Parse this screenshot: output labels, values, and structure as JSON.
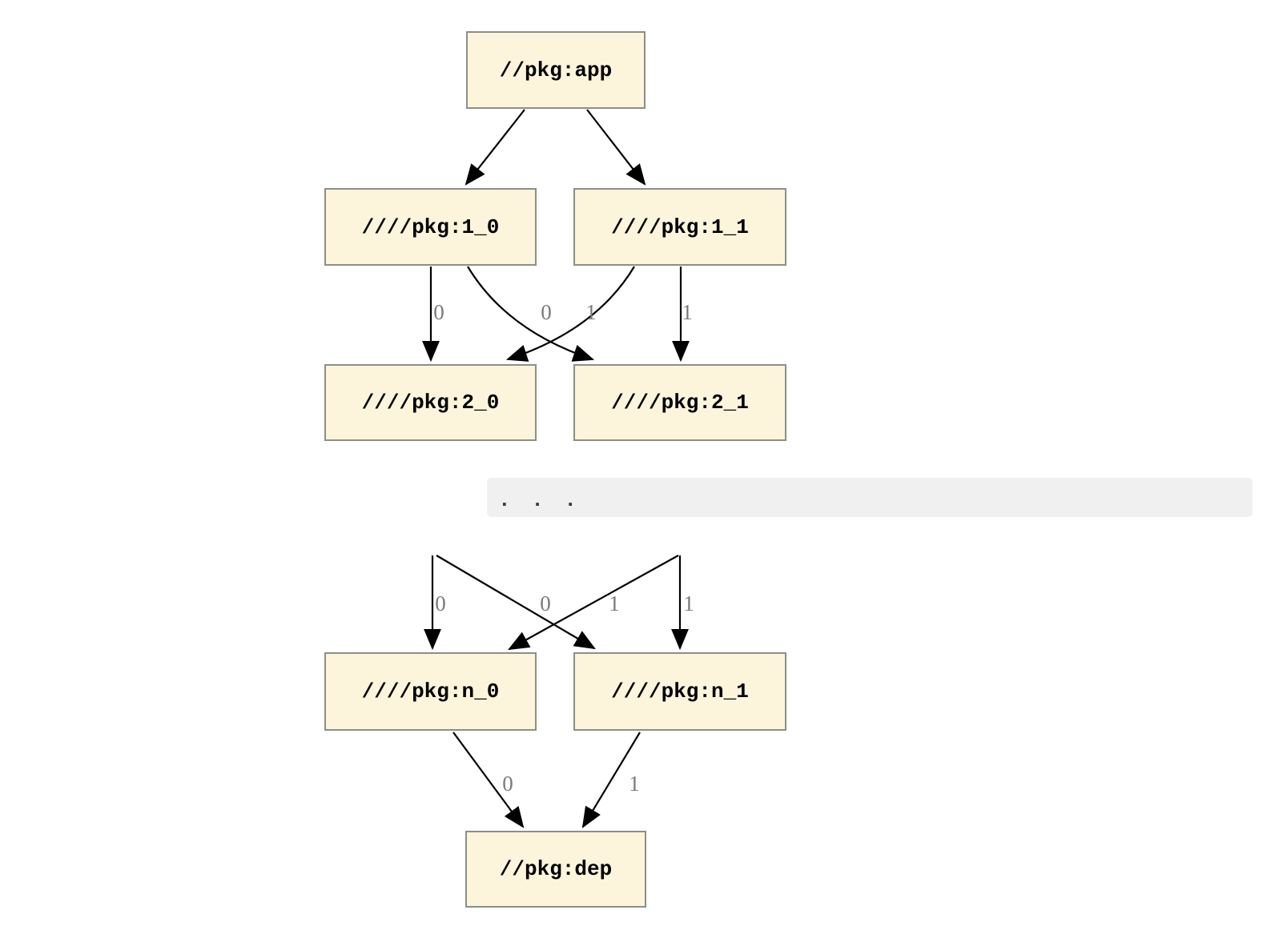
{
  "colors": {
    "node_fill": "#fcf5dc",
    "node_border": "#8c8f86",
    "edge": "#000000",
    "edge_label": "#7a7a7a",
    "ellipsis_bg": "#f0f0f0",
    "ellipsis_text": "#3a3a3a"
  },
  "nodes": {
    "app": "//pkg:app",
    "l1_0": "////pkg:1_0",
    "l1_1": "////pkg:1_1",
    "l2_0": "////pkg:2_0",
    "l2_1": "////pkg:2_1",
    "ln_0": "////pkg:n_0",
    "ln_1": "////pkg:n_1",
    "dep": "//pkg:dep"
  },
  "ellipsis": ". . .",
  "edge_labels": {
    "u1": "0",
    "u2": "0",
    "u3": "1",
    "u4": "1",
    "m1": "0",
    "m2": "0",
    "m3": "1",
    "m4": "1",
    "b1": "0",
    "b2": "1"
  },
  "edges": [
    {
      "from": "//pkg:app",
      "to": "////pkg:1_0",
      "label": ""
    },
    {
      "from": "//pkg:app",
      "to": "////pkg:1_1",
      "label": ""
    },
    {
      "from": "////pkg:1_0",
      "to": "////pkg:2_0",
      "label": "0"
    },
    {
      "from": "////pkg:1_0",
      "to": "////pkg:2_1",
      "label": "1"
    },
    {
      "from": "////pkg:1_1",
      "to": "////pkg:2_0",
      "label": "0"
    },
    {
      "from": "////pkg:1_1",
      "to": "////pkg:2_1",
      "label": "1"
    },
    {
      "from": ". . .",
      "to": "////pkg:n_0",
      "label": "0"
    },
    {
      "from": ". . .",
      "to": "////pkg:n_0",
      "label": "0"
    },
    {
      "from": ". . .",
      "to": "////pkg:n_1",
      "label": "1"
    },
    {
      "from": ". . .",
      "to": "////pkg:n_1",
      "label": "1"
    },
    {
      "from": "////pkg:n_0",
      "to": "//pkg:dep",
      "label": "0"
    },
    {
      "from": "////pkg:n_1",
      "to": "//pkg:dep",
      "label": "1"
    }
  ]
}
